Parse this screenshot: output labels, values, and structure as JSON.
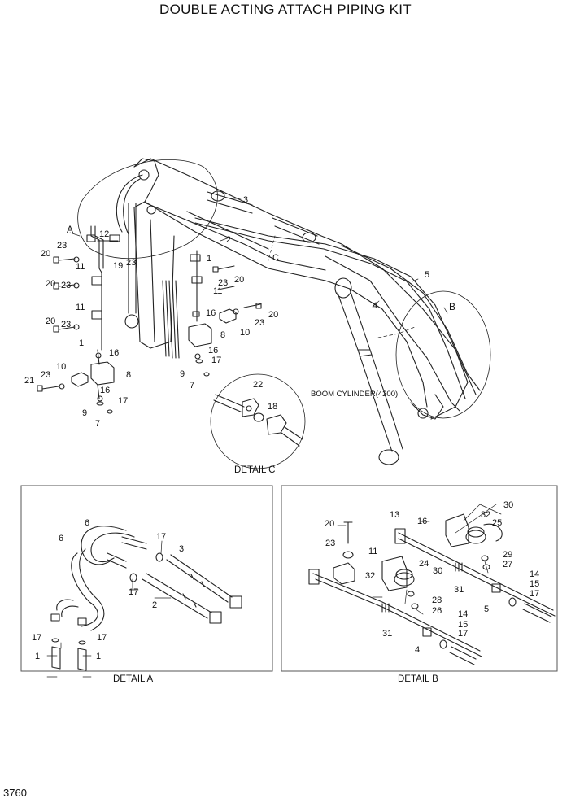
{
  "title": "DOUBLE ACTING ATTACH PIPING KIT",
  "page_number": "3760",
  "captions": {
    "detail_a": "DETAIL A",
    "detail_b": "DETAIL B",
    "detail_c": "DETAIL C",
    "boom_cylinder": "BOOM CYLINDER(4200)"
  },
  "markers": {
    "a": "A",
    "b": "B",
    "c": "C"
  },
  "main_callouts": [
    "3",
    "2",
    "5",
    "4",
    "12",
    "19",
    "23",
    "23",
    "20",
    "11",
    "20",
    "23",
    "11",
    "20",
    "23",
    "1",
    "16",
    "10",
    "23",
    "21",
    "16",
    "8",
    "9",
    "17",
    "7",
    "1",
    "23",
    "11",
    "20",
    "16",
    "8",
    "20",
    "23",
    "10",
    "9",
    "16",
    "17",
    "7"
  ],
  "detail_c_callouts": [
    "22",
    "18"
  ],
  "detail_a_callouts": [
    "6",
    "6",
    "17",
    "3",
    "17",
    "2",
    "17",
    "17",
    "1",
    "1"
  ],
  "detail_b_callouts": [
    "30",
    "13",
    "16",
    "32",
    "25",
    "20",
    "11",
    "23",
    "24",
    "30",
    "27",
    "29",
    "32",
    "14",
    "15",
    "17",
    "28",
    "26",
    "14",
    "15",
    "17",
    "31",
    "31",
    "5",
    "4"
  ]
}
